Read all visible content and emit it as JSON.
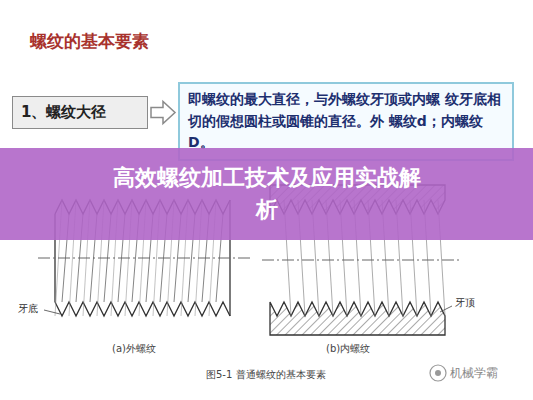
{
  "diagram": {
    "title": "螺纹的基本要素",
    "caption": "图5-1 普通螺纹的基本要素",
    "nodes": [
      {
        "text": [
          "1、螺纹大径"
        ]
      },
      {
        "text": [
          "即螺纹的最大直径，与外螺纹牙顶或内螺 纹牙底相切的假想圆柱或圆锥的直径。外 螺纹d；内螺纹D。"
        ]
      },
      {
        "text": [
          "高效螺纹加工技术及应用实战解析"
        ]
      }
    ],
    "edges": [
      {
        "from": 0,
        "to": 1,
        "arrow": "to"
      }
    ],
    "labels": [
      "牙底",
      "牙顶",
      "(a)外螺纹",
      "(b)内螺纹",
      "机械学霸"
    ]
  }
}
